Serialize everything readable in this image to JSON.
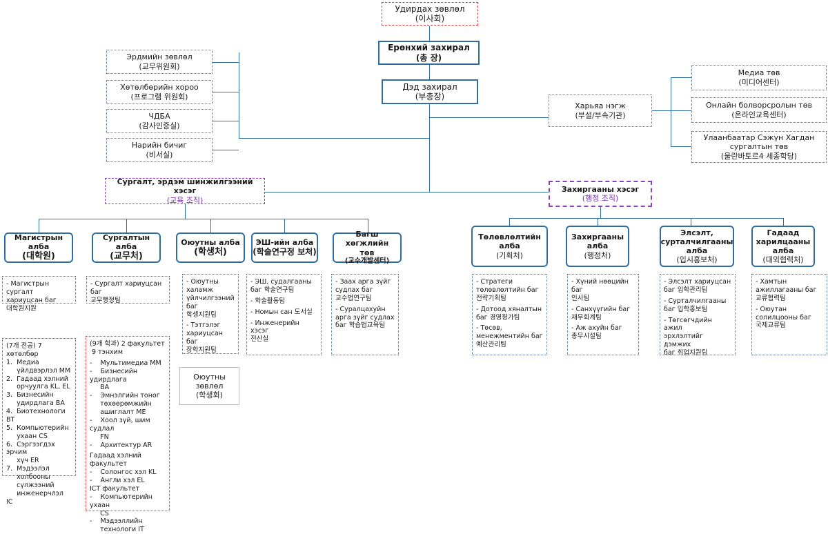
{
  "top": {
    "board": [
      "Удирдах зөвлөл",
      "(이사회)"
    ],
    "president": [
      "Ерөнхий захирал",
      "(총  장)"
    ],
    "vice": [
      "Дэд захирал",
      "(부총장)"
    ]
  },
  "left_committees": [
    [
      "Эрдмийн зөвлөл",
      "(교무위원회)"
    ],
    [
      "Хөтөлбөрийн хороо",
      "(프로그램 위원회)"
    ],
    [
      "ЧДБА",
      "(감사인증실)"
    ],
    [
      "Нарийн бичиг",
      "(비서실)"
    ]
  ],
  "affiliated": [
    "Харьяа нэгж",
    "(부설/부속기관)"
  ],
  "right_units": [
    [
      "Медиа төв",
      "(미디어센터)"
    ],
    [
      "Онлайн болворсролын төв",
      "(온라인교육센터)"
    ],
    [
      "Улаанбаатар Сэжүн Хагдан",
      "сургалтын төв",
      "(울란바토르4 세종학당)"
    ]
  ],
  "academic": [
    "Сургалт, эрдэм шинжилгээний хэсэг",
    "(교육 조직)"
  ],
  "admin": [
    "Захиргааны хэсэг",
    "(행정 조직)"
  ],
  "academic_depts": [
    {
      "name": [
        "Магистрын",
        "алба"
      ],
      "ko": "(대학원)",
      "items": [
        "- Магистрын сургалт",
        "хариуцсан баг",
        "대학원지원"
      ]
    },
    {
      "name": [
        "Сургалтын",
        "алба"
      ],
      "ko": "(교무처)",
      "items": [
        "- Сургалт хариуцсан",
        "баг",
        "교무행정팀"
      ]
    },
    {
      "name": [
        "Оюутны алба"
      ],
      "ko": "(학생처)",
      "items": [
        "- Оюутны",
        "халамж",
        "үйлчилгээний",
        "баг",
        "학생지원팀",
        "",
        "- Тэтгэлэг",
        "хариуцсан баг",
        "장학지원팀"
      ]
    },
    {
      "name": [
        "ЭШ-ийн алба"
      ],
      "ko": "(학술연구정 보처)",
      "items": [
        "- ЭШ, судалгааны",
        "баг 학술연구팀",
        "",
        "- 학술활동팀",
        "",
        "- Номын сан 도서실",
        "",
        "- Инженерийн хэсэг",
        "전산실"
      ]
    },
    {
      "name": [
        "Багш хөгжлийн",
        "төв"
      ],
      "ko": "(교수개발센터)",
      "items": [
        "- Заах арга зүйг",
        "судлах баг",
        "교수법연구팀",
        "",
        "- Суралцахуйн",
        "арга зүйг судлах",
        "баг 학습법교육팀"
      ]
    }
  ],
  "admin_depts": [
    {
      "name": [
        "Төлөвлөлтийн",
        "алба"
      ],
      "ko": "(기획처)",
      "items": [
        "- Стратеги",
        "төлөвлөлтийн баг",
        "전략기획팀",
        "",
        "- Дотоод хяналтын",
        "баг 경영평가팀",
        "",
        "- Төсөв,",
        "менежментийн баг",
        "예산관리팀"
      ]
    },
    {
      "name": [
        "Захиргааны",
        "алба"
      ],
      "ko": "(행정처)",
      "items": [
        "- Хүний нөөцийн баг",
        "인사팀",
        "",
        "- Санхүүгийн баг",
        "재무회계팀",
        "",
        "- Аж ахуйн баг",
        "총무시설팀"
      ]
    },
    {
      "name": [
        "Элсэлт,",
        "сурталчилгааны",
        "алба"
      ],
      "ko": "(입시홍보처)",
      "items": [
        "- Элсэлт хариуцсан",
        "баг 입학관리팀",
        "",
        "- Сурталчилгааны",
        "баг 입학홍보팀",
        "",
        "- Төгсөгчдийн ажил",
        "эрхлэлтийг дэмжих",
        "баг 취업지원팀"
      ]
    },
    {
      "name": [
        "Гадаад",
        "харилцааны",
        "алба"
      ],
      "ko": "(대외협력처)",
      "items": [
        "- Хамтын",
        "ажиллагааны баг",
        "교류협력팀",
        "",
        "- Оюутан",
        "солилцооны баг",
        "국제교류팀"
      ]
    }
  ],
  "student_council": [
    "Оюутны",
    "зөвлөл",
    "(학생회)"
  ],
  "majors_box": [
    "(7개 전공) 7 хөтөлбөр",
    "1.  Медиа",
    "     үйлдвэрлэл MM",
    "2.  Гадаад хэлний",
    "     орчуулга KL, EL",
    "3.  Бизнесийн",
    "     удирдлага BA",
    "4.  Биотехнологи BT",
    "5.  Компьютерийн",
    "     ухаан CS",
    "6.  Сэргээгдэх эрчим",
    "     хүч ER",
    "7.  Мэдээлэл",
    "     холбооны",
    "     сүлжээний",
    "     инженерчлэл  IC"
  ],
  "faculty_box": [
    "(9개 학과) 2 факультет",
    " 9 тэнхим",
    "",
    "-    Мультимедиа MM",
    "-    Бизнесийн удирдлага",
    "     BA",
    "-    Эмнэлгийн тоног",
    "     төхөөрөмжийн",
    "     ашиглалт ME",
    "-    Хоол зүй, шим судлал",
    "     FN",
    "-    Архитектур AR",
    "",
    "Гадаад хэлний факультет",
    "-    Солонгос хэл KL",
    "-    Англи хэл EL",
    "ICT факультет",
    "-    Компьютерийн ухаан",
    "     CS",
    "-    Мэдээллийн",
    "     технологи IT"
  ],
  "colors": {
    "line": "#2e6da4",
    "red_border": "#dd3333",
    "purple": "#7b2fb5"
  }
}
